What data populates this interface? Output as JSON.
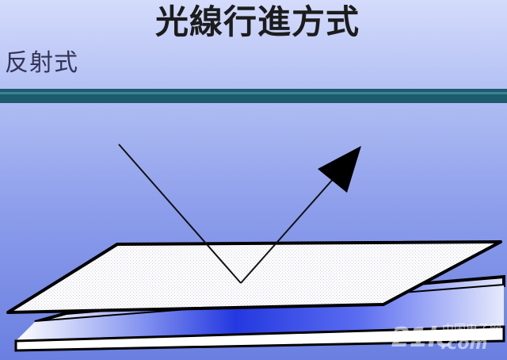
{
  "title": "光線行進方式",
  "subtitle": "反射式",
  "watermark": {
    "main": "21ic",
    "cn": "中国电子网",
    "com": ".com"
  },
  "colors": {
    "background_top": "#cfd6fb",
    "background_bottom": "#6d82e3",
    "bar": "#1d5a6e",
    "plate_fill": "#f7f8fa",
    "glow": "#2d47e8",
    "outline": "#000000"
  }
}
